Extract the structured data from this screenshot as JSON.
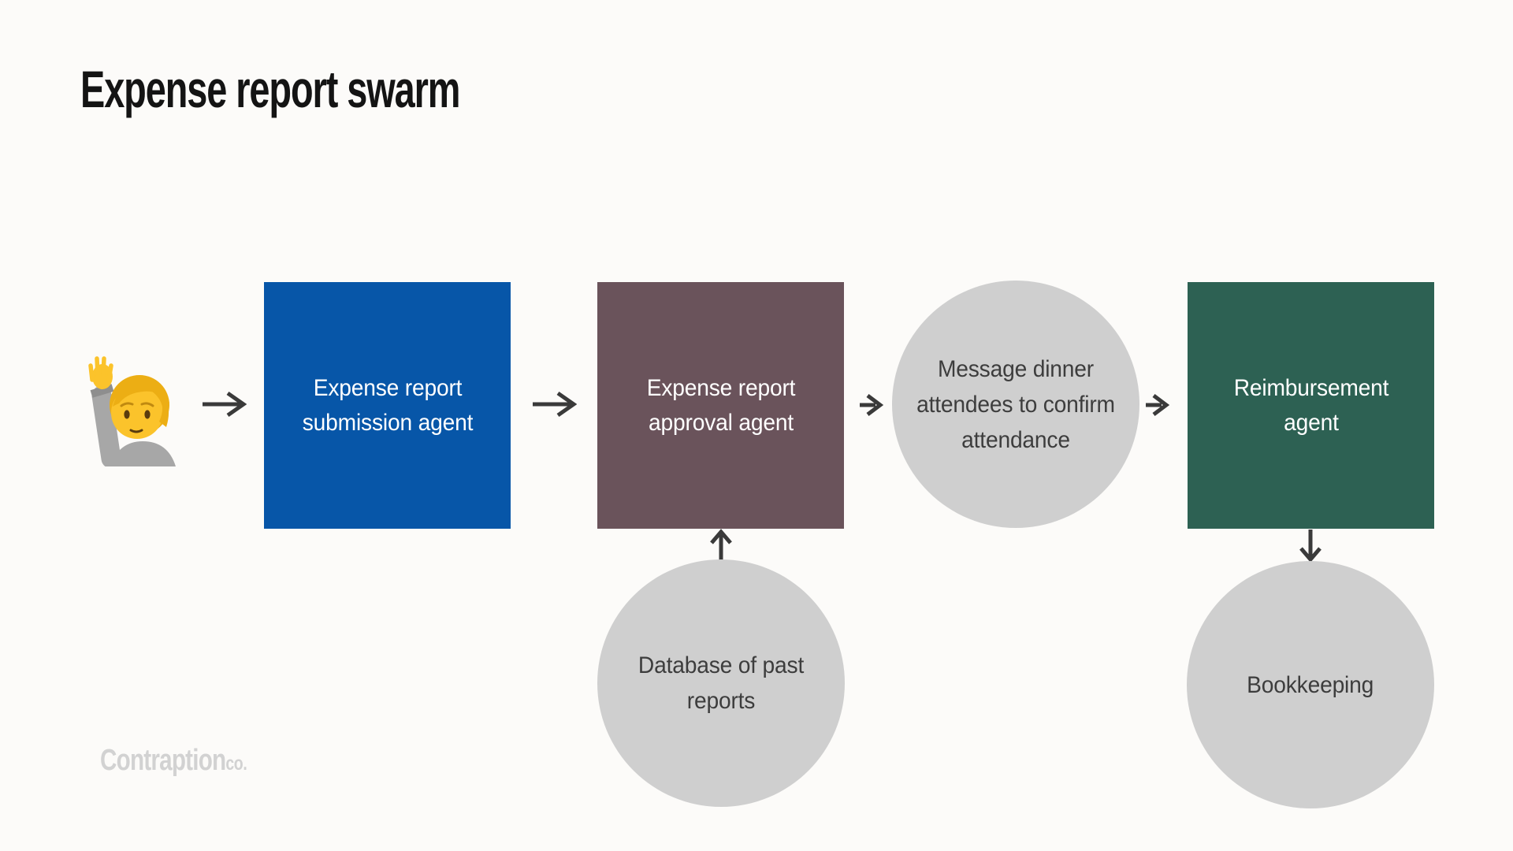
{
  "page": {
    "title": "Expense report swarm",
    "background_color": "#fcfbf9"
  },
  "colors": {
    "submission_blue": "#0756a8",
    "approval_maroon": "#6a535b",
    "reimbursement_green": "#2d6153",
    "task_gray": "#cfcfcf",
    "arrow_dark": "#3a3a3a",
    "square_text": "#ffffff",
    "circle_text": "#3d3d3d",
    "logo_gray": "#d2d2d2"
  },
  "diagram": {
    "nodes": [
      {
        "id": "requester",
        "type": "emoji",
        "icon": "person-raising-hand-emoji",
        "label": ""
      },
      {
        "id": "submission",
        "type": "square",
        "label": "Expense report submission agent",
        "color": "#0756a8"
      },
      {
        "id": "approval",
        "type": "square",
        "label": "Expense report approval agent",
        "color": "#6a535b"
      },
      {
        "id": "message",
        "type": "circle",
        "label": "Message dinner attendees to confirm attendance",
        "color": "#cfcfcf"
      },
      {
        "id": "reimbursement",
        "type": "square",
        "label": "Reimbursement agent",
        "color": "#2d6153"
      },
      {
        "id": "database",
        "type": "circle",
        "label": "Database of past reports",
        "color": "#cfcfcf"
      },
      {
        "id": "bookkeeping",
        "type": "circle",
        "label": "Bookkeeping",
        "color": "#cfcfcf"
      }
    ],
    "connectors": [
      {
        "from": "requester",
        "to": "submission",
        "direction": "right"
      },
      {
        "from": "submission",
        "to": "approval",
        "direction": "right"
      },
      {
        "from": "approval",
        "to": "message",
        "direction": "right"
      },
      {
        "from": "message",
        "to": "reimbursement",
        "direction": "right"
      },
      {
        "from": "database",
        "to": "approval",
        "direction": "up"
      },
      {
        "from": "reimbursement",
        "to": "bookkeeping",
        "direction": "down"
      }
    ]
  },
  "footer": {
    "brand": "Contraption",
    "brand_suffix": "co."
  }
}
